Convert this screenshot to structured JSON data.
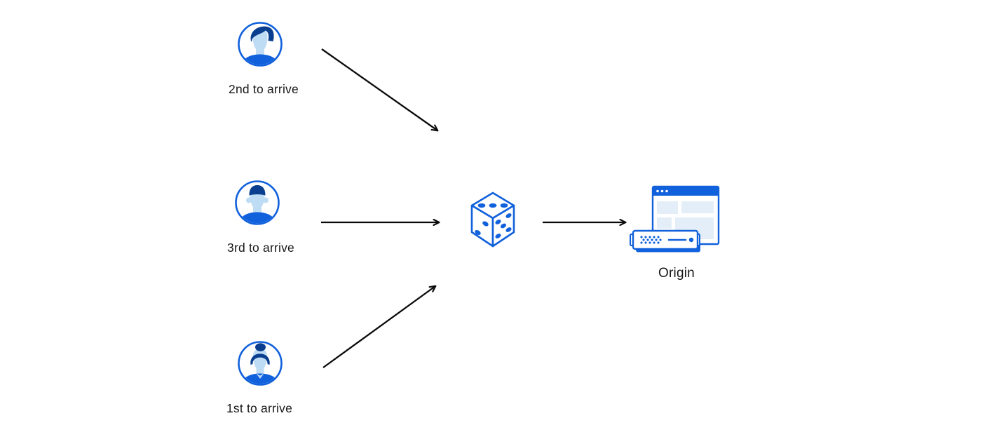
{
  "diagram": {
    "description": "Random request routing diagram: three clients send requests through a randomizer (dice) to an origin server"
  },
  "colors": {
    "canvas_bg": "#ffffff",
    "blue": "#1161dc",
    "hair": "#0a3f8f",
    "face": "#bedcf4",
    "pale": "#e4eef8",
    "paler": "#f6fafd",
    "arrow": "#0a0a0a",
    "text": "#18181a"
  },
  "clients": [
    {
      "label": "2nd to arrive",
      "icon": "male-avatar-swept-hair"
    },
    {
      "label": "3rd to arrive",
      "icon": "male-avatar-flat-hair"
    },
    {
      "label": "1st to arrive",
      "icon": "female-avatar-bun"
    }
  ],
  "randomizer": {
    "icon": "dice"
  },
  "origin": {
    "label": "Origin",
    "icon": "origin-browser-and-server"
  }
}
